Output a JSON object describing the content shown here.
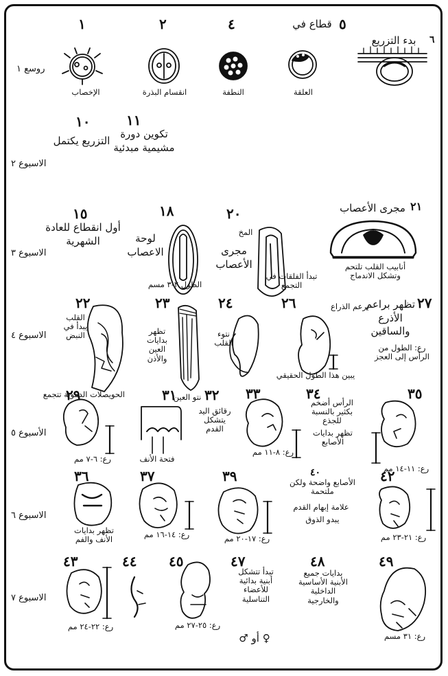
{
  "weeks": [
    {
      "id": "w1",
      "label": "روسع ١"
    },
    {
      "id": "w2",
      "label": "الاسبوع ٢"
    },
    {
      "id": "w3",
      "label": "الاسبوع ٣"
    },
    {
      "id": "w4",
      "label": "الاسبوع ٤"
    },
    {
      "id": "w5",
      "label": "الأسبوع ٥"
    },
    {
      "id": "w6",
      "label": "الاسبوع ٦"
    },
    {
      "id": "w7",
      "label": "الاسبوع ٧"
    }
  ],
  "stages": [
    {
      "id": "s1",
      "num": "١",
      "caption": "الإخصاب"
    },
    {
      "id": "s2",
      "num": "٢",
      "caption": "انقسام البذرة"
    },
    {
      "id": "s4",
      "num": "٤",
      "caption": "النطفة"
    },
    {
      "id": "s5",
      "num": "٥",
      "num_caption": "قطاع في",
      "caption": "العلقة"
    },
    {
      "id": "s6",
      "num": "٦",
      "caption": "بدء التزريع"
    },
    {
      "id": "s10",
      "num": "١٠",
      "caption": "التزريع يكتمل"
    },
    {
      "id": "s11",
      "num": "١١",
      "caption": "تكوين دورة مشيمية مبدئية"
    },
    {
      "id": "s15",
      "num": "١٥",
      "caption": "أول انقطاع للعادة الشهرية"
    },
    {
      "id": "s18",
      "num": "١٨",
      "caption": "لوحة الاعصاب",
      "measure": "الطول ٢-٣ مسم"
    },
    {
      "id": "s20",
      "num": "٢٠",
      "caption_a": "المخ",
      "caption_b": "مجرى الأعصاب",
      "caption_c": "تبدأ الفلقات في التجمع"
    },
    {
      "id": "s21",
      "num": "٢١",
      "caption": "مجرى الأعصاب",
      "caption_b": "أنابيب القلب تلتحم وتشكل الاندماج"
    },
    {
      "id": "s22",
      "num": "٢٢",
      "caption": "القلب يبدأ في النبض",
      "caption_b": "الحويصلات الدموية تتجمع"
    },
    {
      "id": "s23",
      "num": "٢٣",
      "caption": "تظهر بدايات العين والأذن"
    },
    {
      "id": "s24",
      "num": "٢٤",
      "caption": "نتوء القلب"
    },
    {
      "id": "s26",
      "num": "٢٦",
      "caption": "برعم الذراع",
      "caption_b": "يبين هذا الطول الحقيقي"
    },
    {
      "id": "s27",
      "num": "٢٧",
      "caption": "تظهر براعم الأذرع والساقين",
      "caption_b": "رع: الطول من الرأس إلى العجز"
    },
    {
      "id": "s29",
      "num": "٢٩",
      "measure": "رع: ٦-٧ مم"
    },
    {
      "id": "s31",
      "num": "٣١",
      "caption": "نتو العين",
      "caption_b": "فتحة الأنف"
    },
    {
      "id": "s32",
      "num": "٣٢",
      "caption": "رقائق اليد يتشكل القدم"
    },
    {
      "id": "s33",
      "num": "٣٣",
      "measure": "رع: ٨-١١ مم"
    },
    {
      "id": "s34",
      "num": "٣٤",
      "caption": "الرأس أضخم بكثير بالنسبة للجذع",
      "caption_b": "تظهر بدايات الأصابع"
    },
    {
      "id": "s35",
      "num": "٣٥",
      "measure": "رع: ١١-١٤ مم"
    },
    {
      "id": "s36",
      "num": "٣٦",
      "caption": "تظهر بدايات الأنف والفم"
    },
    {
      "id": "s37",
      "num": "٣٧",
      "measure": "رع: ١٤-١٦ مم"
    },
    {
      "id": "s39",
      "num": "٣٩",
      "measure": "رع: ١٧-٢٠ مم"
    },
    {
      "id": "s40",
      "num": "٤٠",
      "caption": "الأصابع واضحة ولكن ملتحمة",
      "caption_b": "علامة إبهام القدم",
      "caption_c": "يبدو الذوق"
    },
    {
      "id": "s42",
      "num": "٤٢",
      "measure": "رع: ٢١-٢٣ مم"
    },
    {
      "id": "s43",
      "num": "٤٣",
      "measure": "رع: ٢٢-٢٤ مم"
    },
    {
      "id": "s44",
      "num": "٤٤"
    },
    {
      "id": "s45",
      "num": "٤٥",
      "measure": "رع: ٢٥-٢٧ مم"
    },
    {
      "id": "s47",
      "num": "٤٧",
      "caption": "تبدأ تتشكل أبنية بدائية للأعضاء التناسلية",
      "caption_b": "♀ أو ♂"
    },
    {
      "id": "s48",
      "num": "٤٨",
      "caption": "بدايات جميع الأبنية الأساسية الداخلية والخارجية"
    },
    {
      "id": "s49",
      "num": "٤٩",
      "measure": "رع: ٣١ مسم"
    }
  ],
  "colors": {
    "ink": "#111111",
    "paper": "#ffffff"
  }
}
